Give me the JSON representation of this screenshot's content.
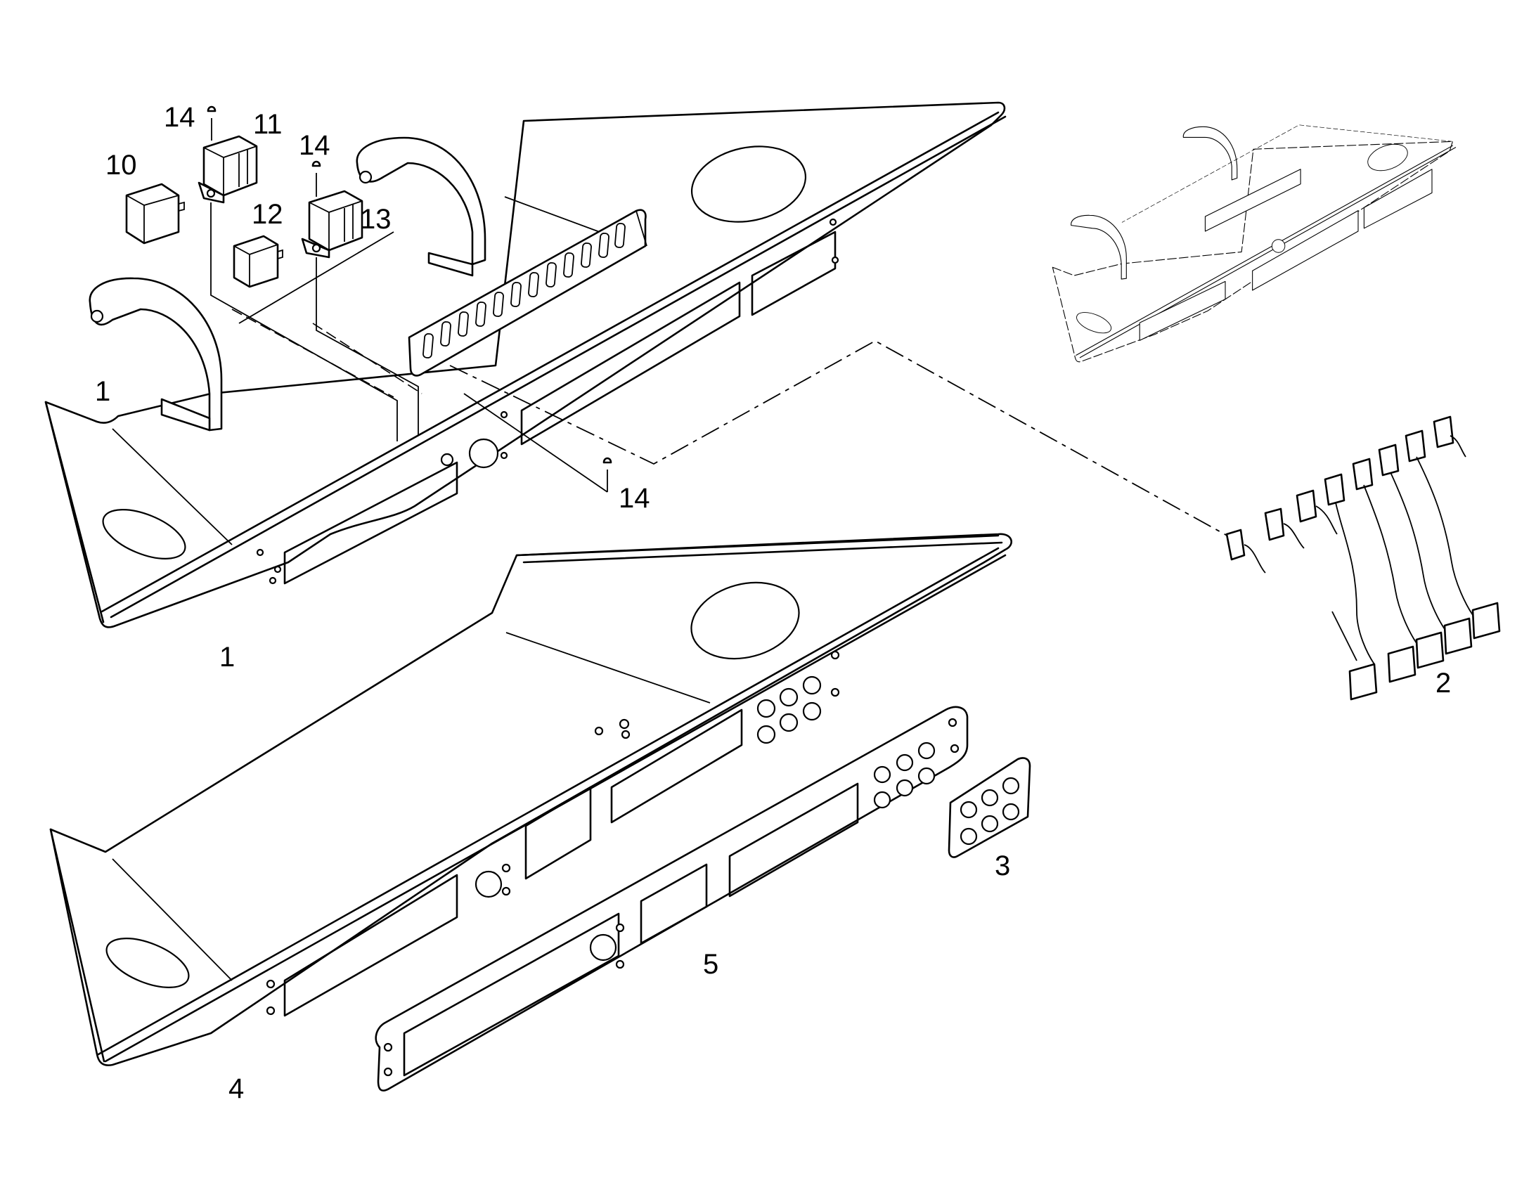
{
  "callouts": {
    "c1a": "1",
    "c1b": "1",
    "c2": "2",
    "c3": "3",
    "c4": "4",
    "c5": "5",
    "c10": "10",
    "c11": "11",
    "c12": "12",
    "c13": "13",
    "c14a": "14",
    "c14b": "14",
    "c14c": "14"
  }
}
